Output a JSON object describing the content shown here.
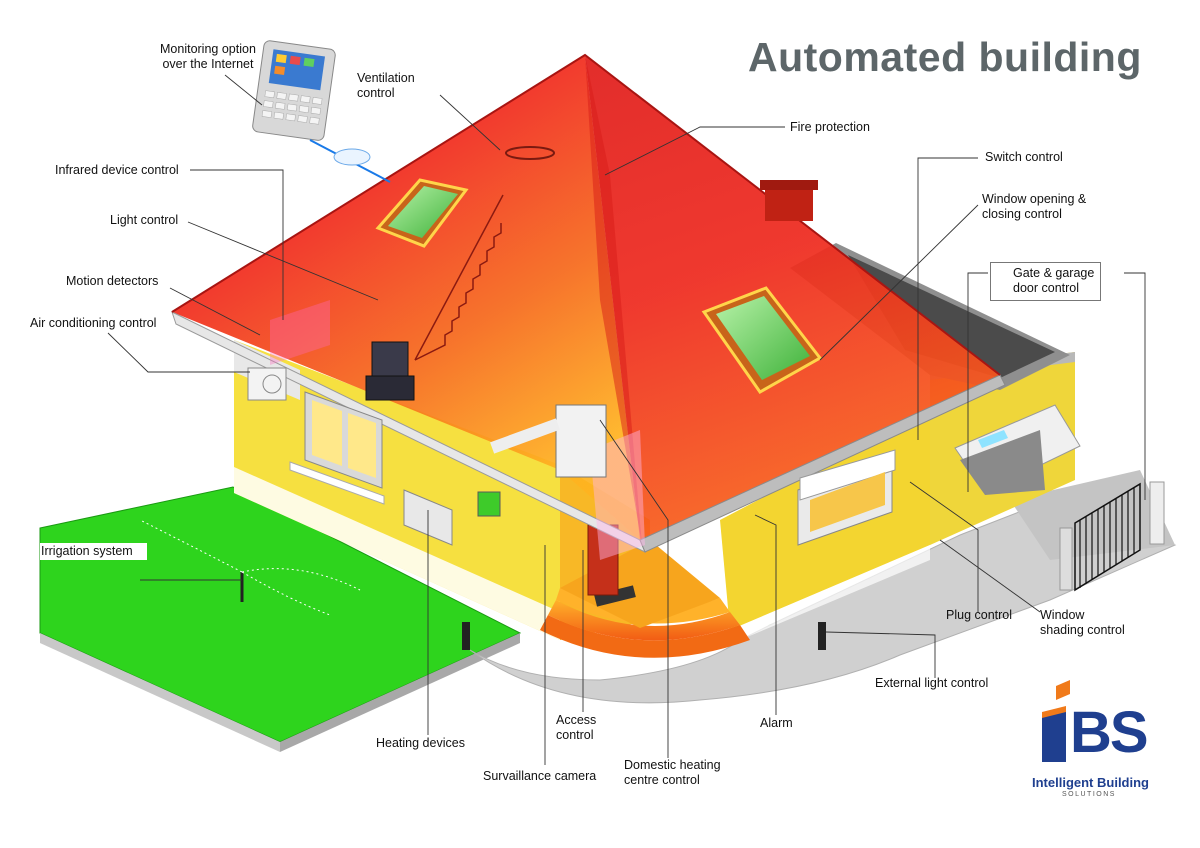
{
  "title": "Automated building",
  "labels": {
    "monitoring": "Monitoring option\nover the Internet",
    "ventilation": "Ventilation\ncontrol",
    "fire_protection": "Fire protection",
    "infrared": "Infrared device control",
    "light": "Light control",
    "motion": "Motion detectors",
    "air_conditioning": "Air conditioning control",
    "switch": "Switch control",
    "window_opening": "Window opening &\nclosing control",
    "gate": "Gate & garage\ndoor control",
    "irrigation": "Irrigation system",
    "plug": "Plug control",
    "window_shading": "Window\nshading control",
    "external_light": "External light control",
    "heating_devices": "Heating devices",
    "access": "Access\ncontrol",
    "alarm": "Alarm",
    "domestic_heating": "Domestic heating\ncentre control",
    "camera": "Survaillance camera"
  },
  "logo": {
    "letters": "BS",
    "name": "Intelligent Building",
    "tagline": "SOLUTIONS",
    "accent_color": "#f07a1a",
    "brand_color": "#1f3f8f"
  },
  "colors": {
    "roof_top": "#e3201b",
    "roof_mid": "#f45a1a",
    "roof_low": "#ffc21c",
    "wall_yellow": "#f6e040",
    "lawn_green": "#2ed41d",
    "title_gray": "#5d6669"
  }
}
